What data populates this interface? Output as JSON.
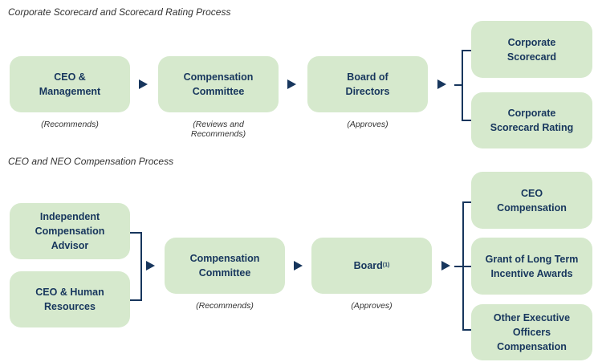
{
  "section1": {
    "title": "Corporate Scorecard and Scorecard Rating Process",
    "steps": [
      {
        "label": "CEO &\nManagement",
        "note": "(Recommends)"
      },
      {
        "label": "Compensation\nCommittee",
        "note": "(Reviews and\nRecommends)"
      },
      {
        "label": "Board of\nDirectors",
        "note": "(Approves)"
      }
    ],
    "outputs": [
      "Corporate\nScorecard",
      "Corporate\nScorecard Rating"
    ]
  },
  "section2": {
    "title": "CEO and NEO Compensation Process",
    "inputs": [
      "Independent\nCompensation\nAdvisor",
      "CEO & Human\nResources"
    ],
    "steps": [
      {
        "label": "Compensation\nCommittee",
        "note": "(Recommends)"
      },
      {
        "label": "Board",
        "sup": "(1)",
        "note": "(Approves)"
      }
    ],
    "outputs": [
      "CEO\nCompensation",
      "Grant of Long Term\nIncentive Awards",
      "Other Executive\nOfficers\nCompensation"
    ]
  },
  "colors": {
    "box": "#d6e9cd",
    "text": "#17365d",
    "arrow": "#17365d"
  }
}
